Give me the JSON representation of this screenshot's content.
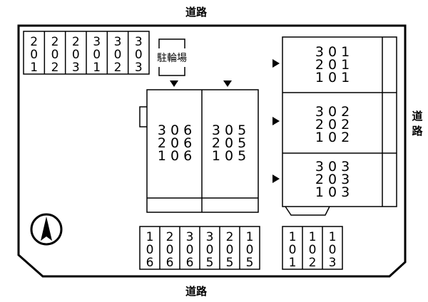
{
  "roads": {
    "top": "道路",
    "right": [
      "道",
      "路"
    ],
    "bottom": "道路"
  },
  "bicycle_parking": {
    "label": "駐輪場"
  },
  "parking_top_left": [
    [
      "2",
      "0",
      "1"
    ],
    [
      "2",
      "0",
      "2"
    ],
    [
      "2",
      "0",
      "3"
    ],
    [
      "3",
      "0",
      "1"
    ],
    [
      "3",
      "0",
      "2"
    ],
    [
      "3",
      "0",
      "3"
    ]
  ],
  "parking_bottom_center": [
    [
      "1",
      "0",
      "6"
    ],
    [
      "2",
      "0",
      "6"
    ],
    [
      "3",
      "0",
      "6"
    ],
    [
      "3",
      "0",
      "5"
    ],
    [
      "2",
      "0",
      "5"
    ],
    [
      "1",
      "0",
      "5"
    ]
  ],
  "parking_bottom_right": [
    [
      "1",
      "0",
      "1"
    ],
    [
      "1",
      "0",
      "2"
    ],
    [
      "1",
      "0",
      "3"
    ]
  ],
  "building_center": {
    "left": [
      "3 0 6",
      "2 0 6",
      "1 0 6"
    ],
    "right": [
      "3 0 5",
      "2 0 5",
      "1 0 5"
    ]
  },
  "building_right": {
    "top": [
      "3 0 1",
      "2 0 1",
      "1 0 1"
    ],
    "middle": [
      "3 0 2",
      "2 0 2",
      "1 0 2"
    ],
    "bottom": [
      "3 0 3",
      "2 0 3",
      "1 0 3"
    ]
  },
  "compass": {
    "icon": "north-arrow-icon"
  }
}
